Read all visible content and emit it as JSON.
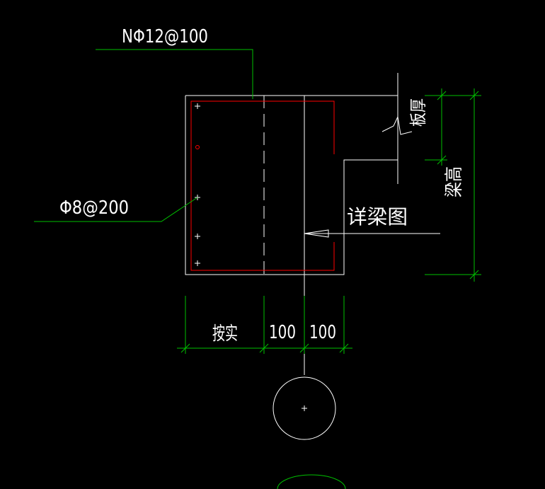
{
  "colors": {
    "background": "#000000",
    "outline": "#ffffff",
    "rebar": "#ff0000",
    "leader_dimension": "#00c000",
    "text": "#ffffff"
  },
  "labels": {
    "top_rebar": "NΦ12@100",
    "stirrup": "Φ8@200",
    "detail_note": "详梁图",
    "slab_thickness": "板厚",
    "beam_height": "梁高"
  },
  "dimensions": {
    "as_built": "按实",
    "dim_1": "100",
    "dim_2": "100"
  }
}
